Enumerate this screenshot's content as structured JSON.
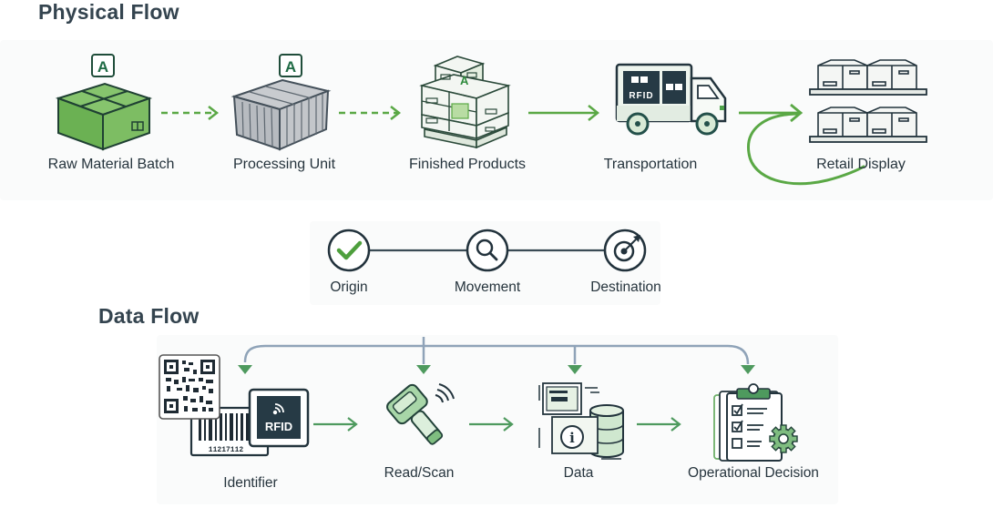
{
  "physical_flow": {
    "title": "Physical Flow",
    "stages": [
      {
        "label": "Raw Material Batch",
        "icon": "green-box-icon",
        "tag": "A"
      },
      {
        "label": "Processing Unit",
        "icon": "container-icon",
        "tag": "A"
      },
      {
        "label": "Finished Products",
        "icon": "pallet-boxes-icon",
        "tag": "A"
      },
      {
        "label": "Transportation",
        "icon": "truck-icon",
        "truck_text": "RFID"
      },
      {
        "label": "Retail Display",
        "icon": "shelf-boxes-icon"
      }
    ]
  },
  "timeline": {
    "steps": [
      {
        "label": "Origin",
        "icon": "check-icon"
      },
      {
        "label": "Movement",
        "icon": "magnifier-icon"
      },
      {
        "label": "Destination",
        "icon": "target-icon"
      }
    ]
  },
  "data_flow": {
    "title": "Data Flow",
    "stages": [
      {
        "label": "Identifier",
        "icon": "qr-barcode-rfid-icon",
        "barcode_number": "11217112",
        "rfid_text": "RFID"
      },
      {
        "label": "Read/Scan",
        "icon": "scanner-icon"
      },
      {
        "label": "Data",
        "icon": "database-info-icon"
      },
      {
        "label": "Operational Decision",
        "icon": "clipboard-gear-icon"
      }
    ]
  },
  "colors": {
    "green": "#5a9e4b",
    "green_light": "#8cc56f",
    "dark": "#23343d",
    "connector": "#8fa3b8",
    "arrow_green": "#4e9a5e"
  }
}
